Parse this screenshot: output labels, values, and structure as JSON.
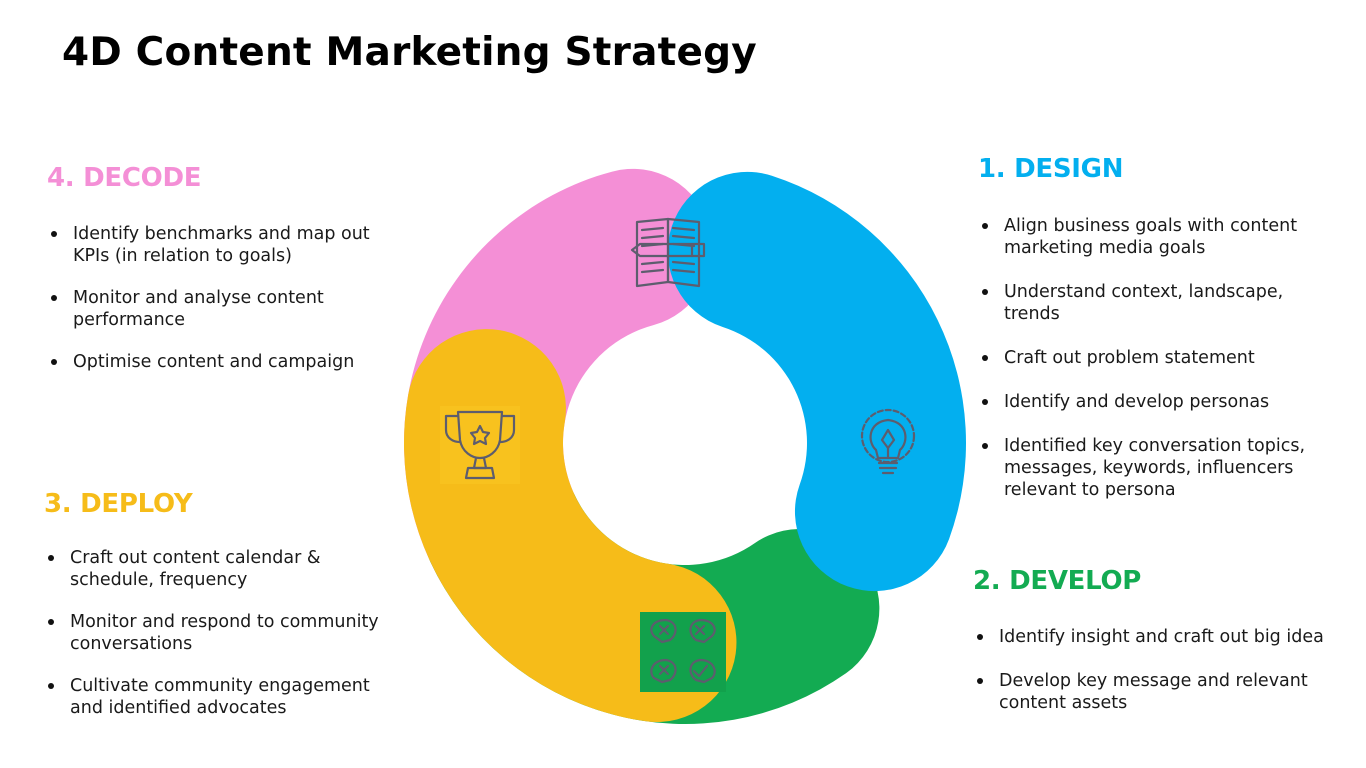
{
  "title": "4D Content Marketing Strategy",
  "colors": {
    "design": "#03AFEF",
    "develop": "#13AB52",
    "deploy": "#F6BC19",
    "decode": "#F48FD6",
    "icon_stroke": "#5D5D6E"
  },
  "phases": {
    "design": {
      "heading": "1. DESIGN",
      "icon": "lightbulb-icon",
      "items": [
        "Align business goals with content marketing media goals",
        "Understand context, landscape, trends",
        "Craft out problem statement",
        "Identify and develop personas",
        "Identified key conversation topics, messages, keywords, influencers relevant to persona"
      ]
    },
    "develop": {
      "heading": "2. DEVELOP",
      "icon": "ideas-grid-icon",
      "items": [
        "Identify insight and craft out big idea",
        "Develop key message and relevant content assets"
      ]
    },
    "deploy": {
      "heading": "3. DEPLOY",
      "icon": "trophy-icon",
      "items": [
        "Craft out content calendar & schedule, frequency",
        "Monitor and respond to community conversations",
        "Cultivate community engagement and identified advocates"
      ]
    },
    "decode": {
      "heading": "4. DECODE",
      "icon": "book-pencil-icon",
      "items": [
        "Identify benchmarks and map out KPIs (in relation to goals)",
        "Monitor and analyse content performance",
        "Optimise content and campaign"
      ]
    }
  }
}
